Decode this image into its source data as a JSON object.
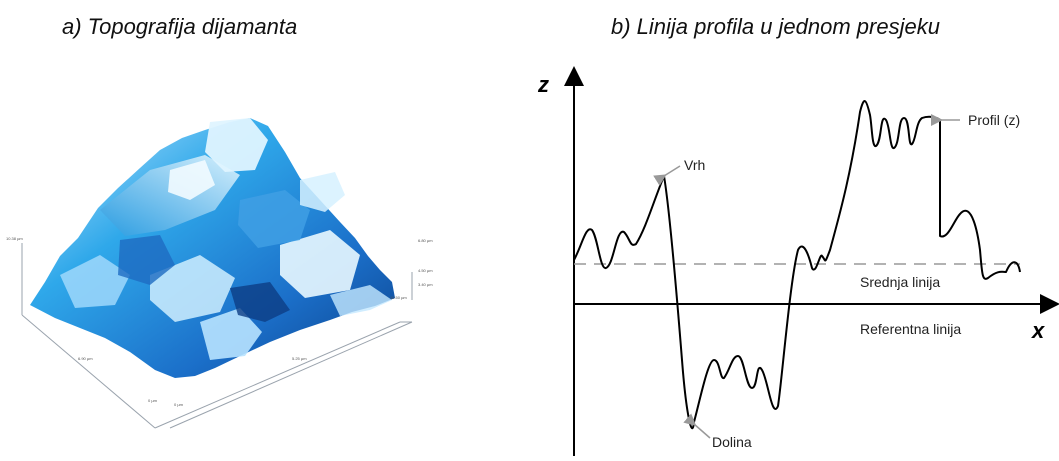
{
  "panel_a": {
    "title": "a) Topografija dijamanta",
    "scale_labels": {
      "left_height": "10.38 µm",
      "left_mid": "6.90 µm",
      "front_mid": "5.25 µm",
      "right_side": "10.50 µm",
      "corner_left": "0 µm",
      "corner_right": "0 µm",
      "z_top": "6.80 µm",
      "z_mid": "4.50 µm",
      "z_bottom": "3.40 µm"
    },
    "colors": {
      "surface_light": "#e6f6ff",
      "surface_mid": "#2aa7e8",
      "surface_dark": "#0a3a80"
    }
  },
  "panel_b": {
    "title": "b) Linija profila u jednom presjeku",
    "axis_z": "z",
    "axis_x": "x",
    "labels": {
      "peak": "Vrh",
      "valley": "Dolina",
      "profile": "Profil (z)",
      "mean_line": "Srednja linija",
      "reference_line": "Referentna linija"
    },
    "colors": {
      "profile": "#000000",
      "mean_line": "#999999",
      "arrow": "#999999"
    }
  }
}
